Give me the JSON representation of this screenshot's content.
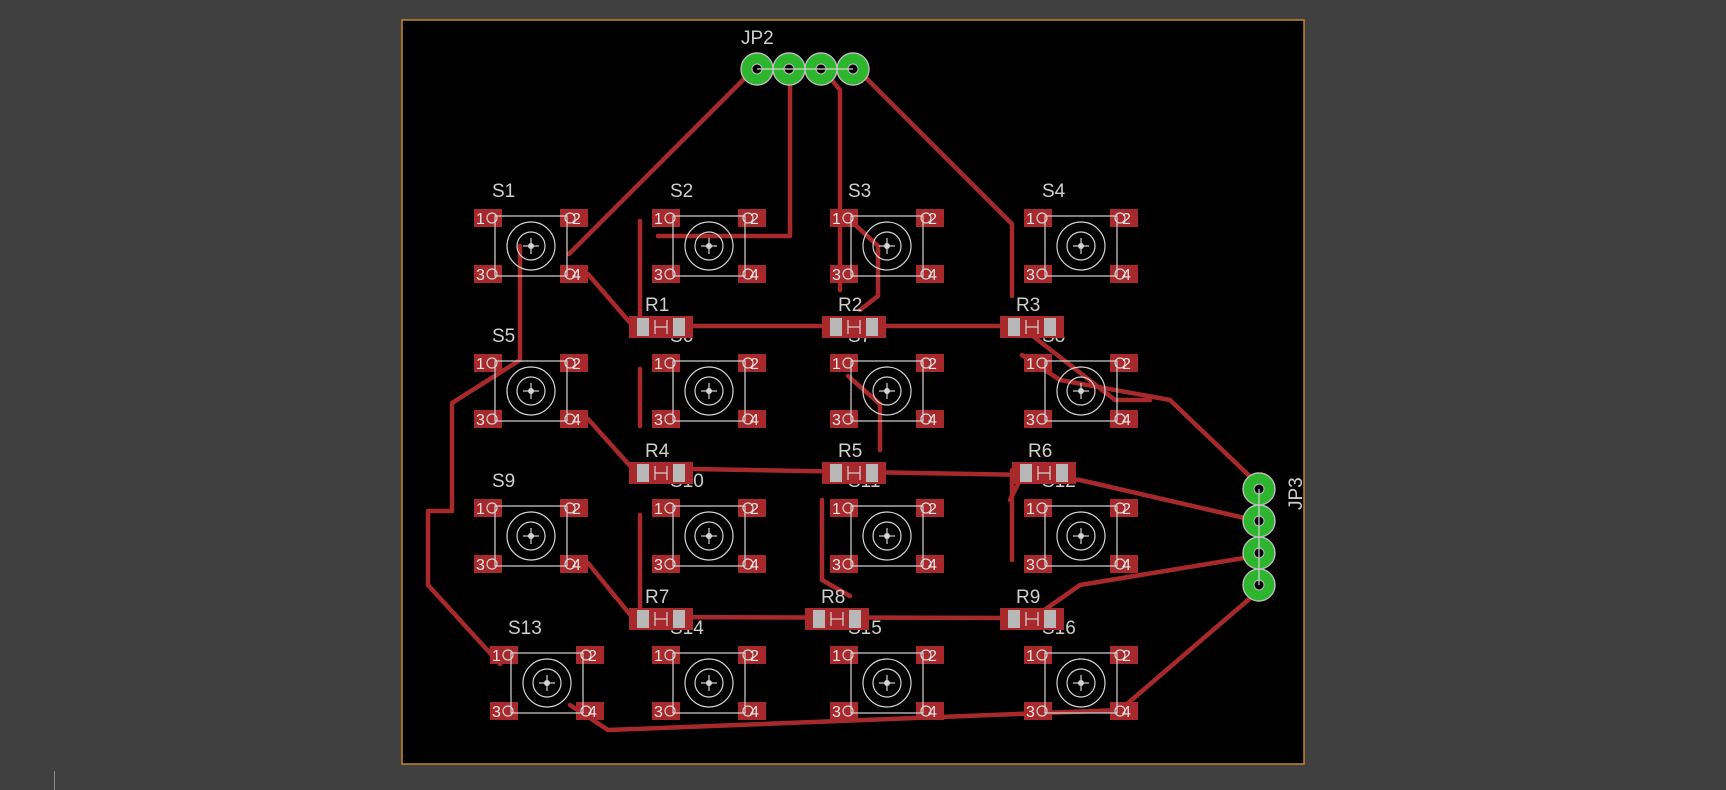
{
  "switches": [
    {
      "label": "S1",
      "pins": [
        "1",
        "2",
        "3",
        "4"
      ]
    },
    {
      "label": "S2",
      "pins": [
        "1",
        "2",
        "3",
        "4"
      ]
    },
    {
      "label": "S3",
      "pins": [
        "1",
        "2",
        "3",
        "4"
      ]
    },
    {
      "label": "S4",
      "pins": [
        "1",
        "2",
        "3",
        "4"
      ]
    },
    {
      "label": "S5",
      "pins": [
        "1",
        "2",
        "3",
        "4"
      ]
    },
    {
      "label": "S6",
      "pins": [
        "1",
        "2",
        "3",
        "4"
      ]
    },
    {
      "label": "S7",
      "pins": [
        "1",
        "2",
        "3",
        "4"
      ]
    },
    {
      "label": "S8",
      "pins": [
        "1",
        "2",
        "3",
        "4"
      ]
    },
    {
      "label": "S9",
      "pins": [
        "1",
        "2",
        "3",
        "4"
      ]
    },
    {
      "label": "S10",
      "pins": [
        "1",
        "2",
        "3",
        "4"
      ]
    },
    {
      "label": "S11",
      "pins": [
        "1",
        "2",
        "3",
        "4"
      ]
    },
    {
      "label": "S12",
      "pins": [
        "1",
        "2",
        "3",
        "4"
      ]
    },
    {
      "label": "S13",
      "pins": [
        "1",
        "2",
        "3",
        "4"
      ]
    },
    {
      "label": "S14",
      "pins": [
        "1",
        "2",
        "3",
        "4"
      ]
    },
    {
      "label": "S15",
      "pins": [
        "1",
        "2",
        "3",
        "4"
      ]
    },
    {
      "label": "S16",
      "pins": [
        "1",
        "2",
        "3",
        "4"
      ]
    }
  ],
  "resistors": [
    "R1",
    "R2",
    "R3",
    "R4",
    "R5",
    "R6",
    "R7",
    "R8",
    "R9"
  ],
  "connectors": [
    {
      "label": "JP2",
      "pin_count": 4,
      "orientation": "horizontal"
    },
    {
      "label": "JP3",
      "pin_count": 4,
      "orientation": "vertical"
    }
  ],
  "colors": {
    "background": "#404040",
    "board": "#000000",
    "board_outline": "#c8862a",
    "trace": "#a8292b",
    "header_pad": "#2eb52e",
    "silkscreen": "#d4d4d4"
  }
}
